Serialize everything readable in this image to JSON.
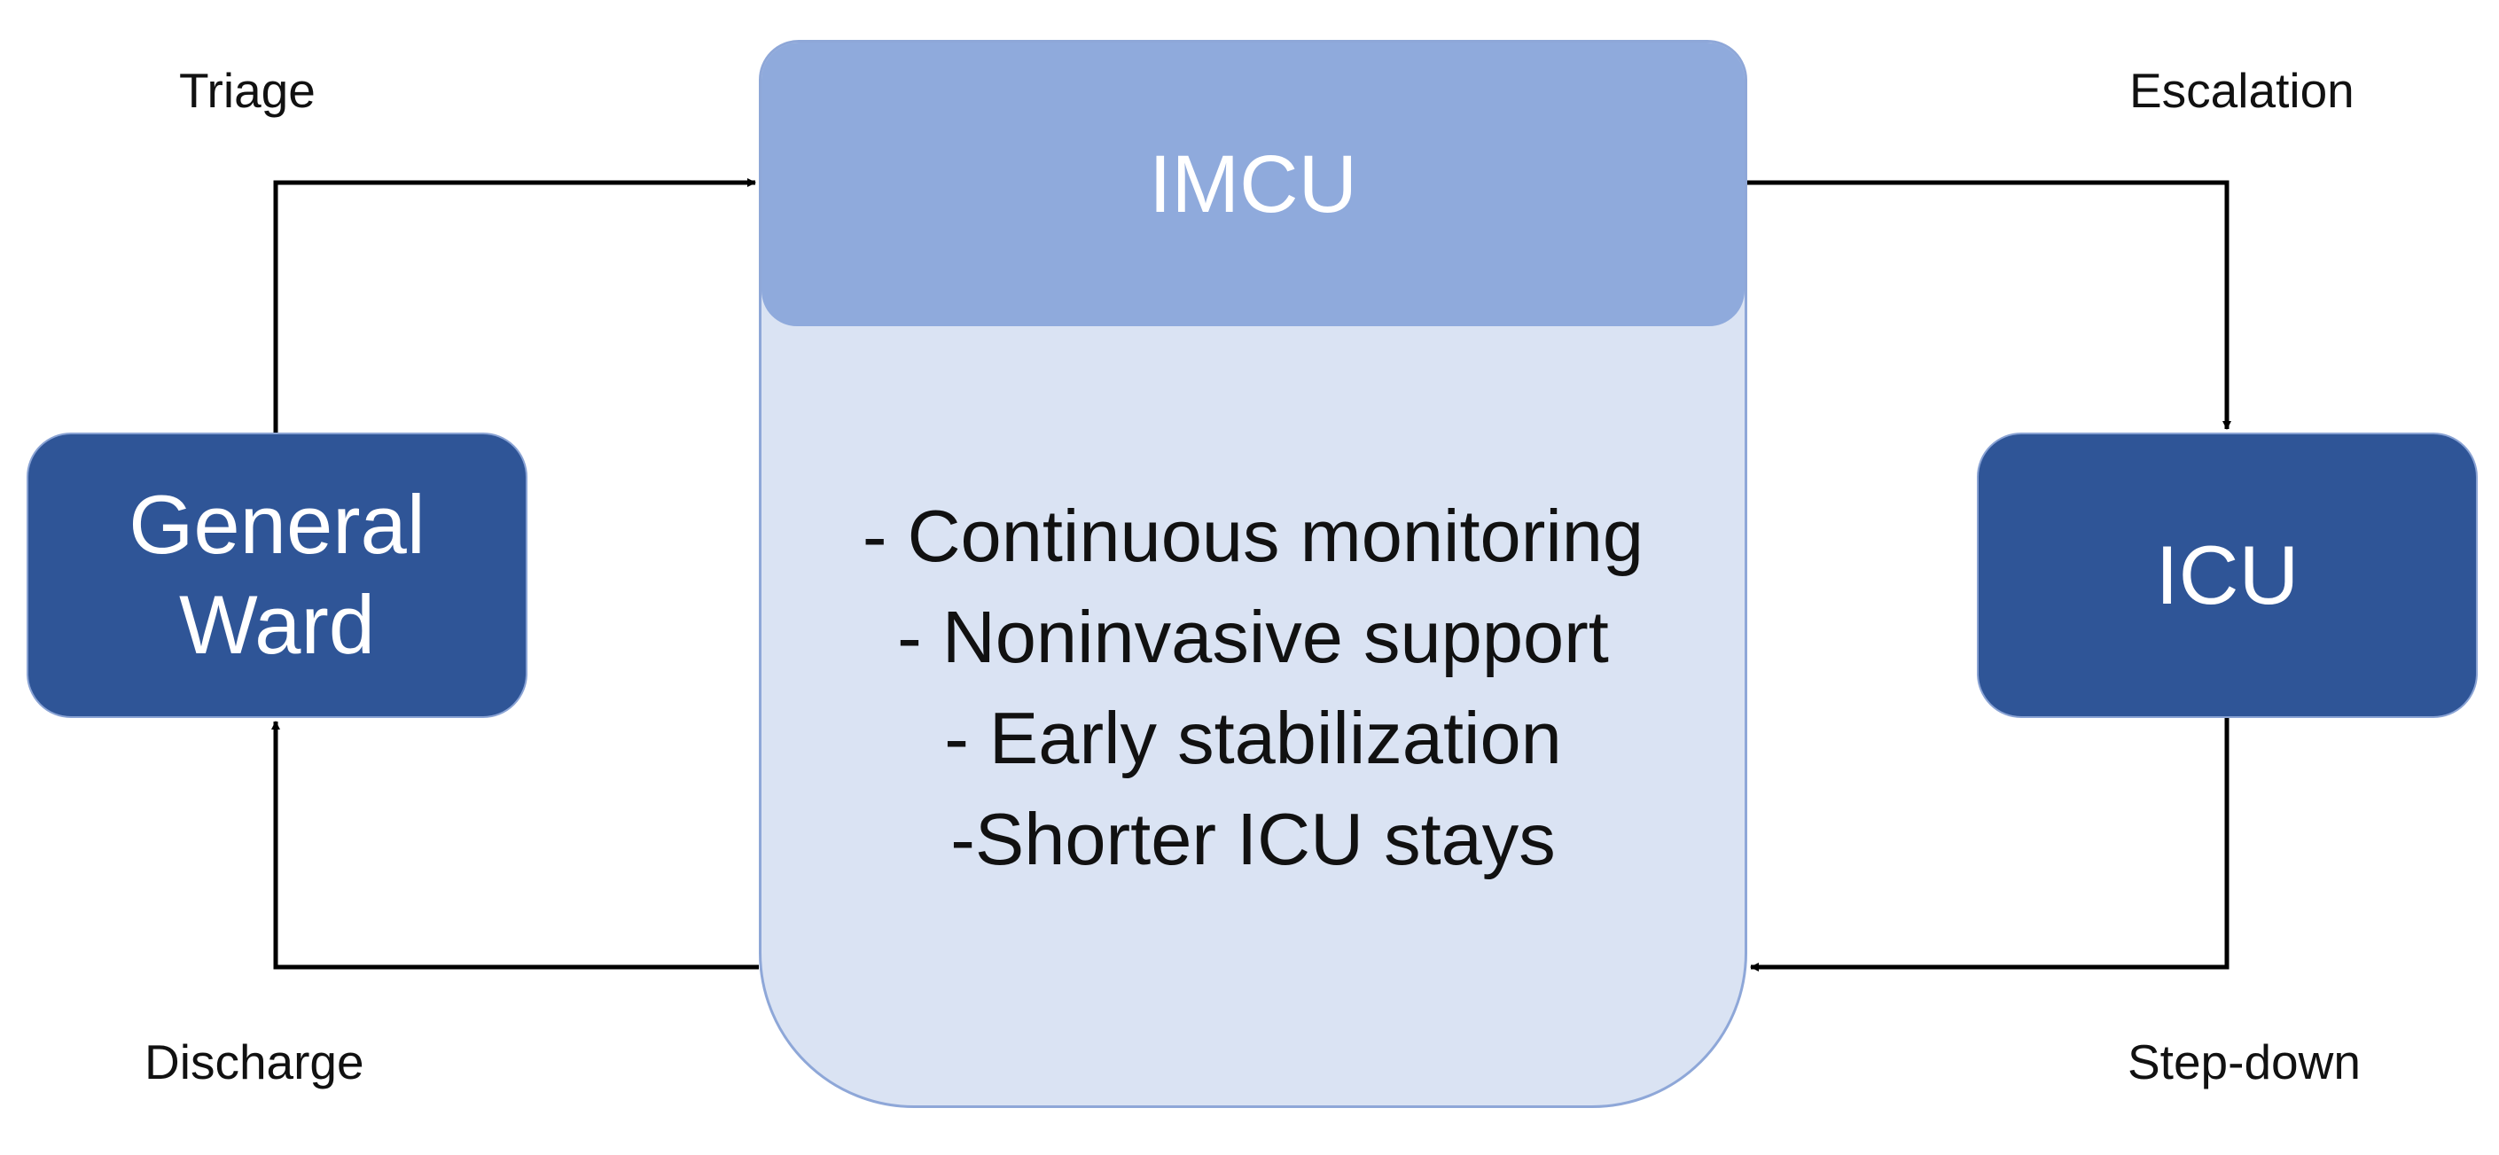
{
  "colors": {
    "node_dark": "#2f5597",
    "imcu_header": "#8faadc",
    "imcu_body": "#dae3f3",
    "arrow": "#000000"
  },
  "nodes": {
    "general_ward": {
      "line1": "General",
      "line2": "Ward"
    },
    "imcu": {
      "title": "IMCU",
      "bullets": [
        "- Continuous monitoring",
        "- Noninvasive support",
        "- Early stabilization",
        "-Shorter ICU stays"
      ]
    },
    "icu": {
      "label": "ICU"
    }
  },
  "edges": {
    "triage": "Triage",
    "escalation": "Escalation",
    "step_down": "Step-down",
    "discharge": "Discharge"
  }
}
